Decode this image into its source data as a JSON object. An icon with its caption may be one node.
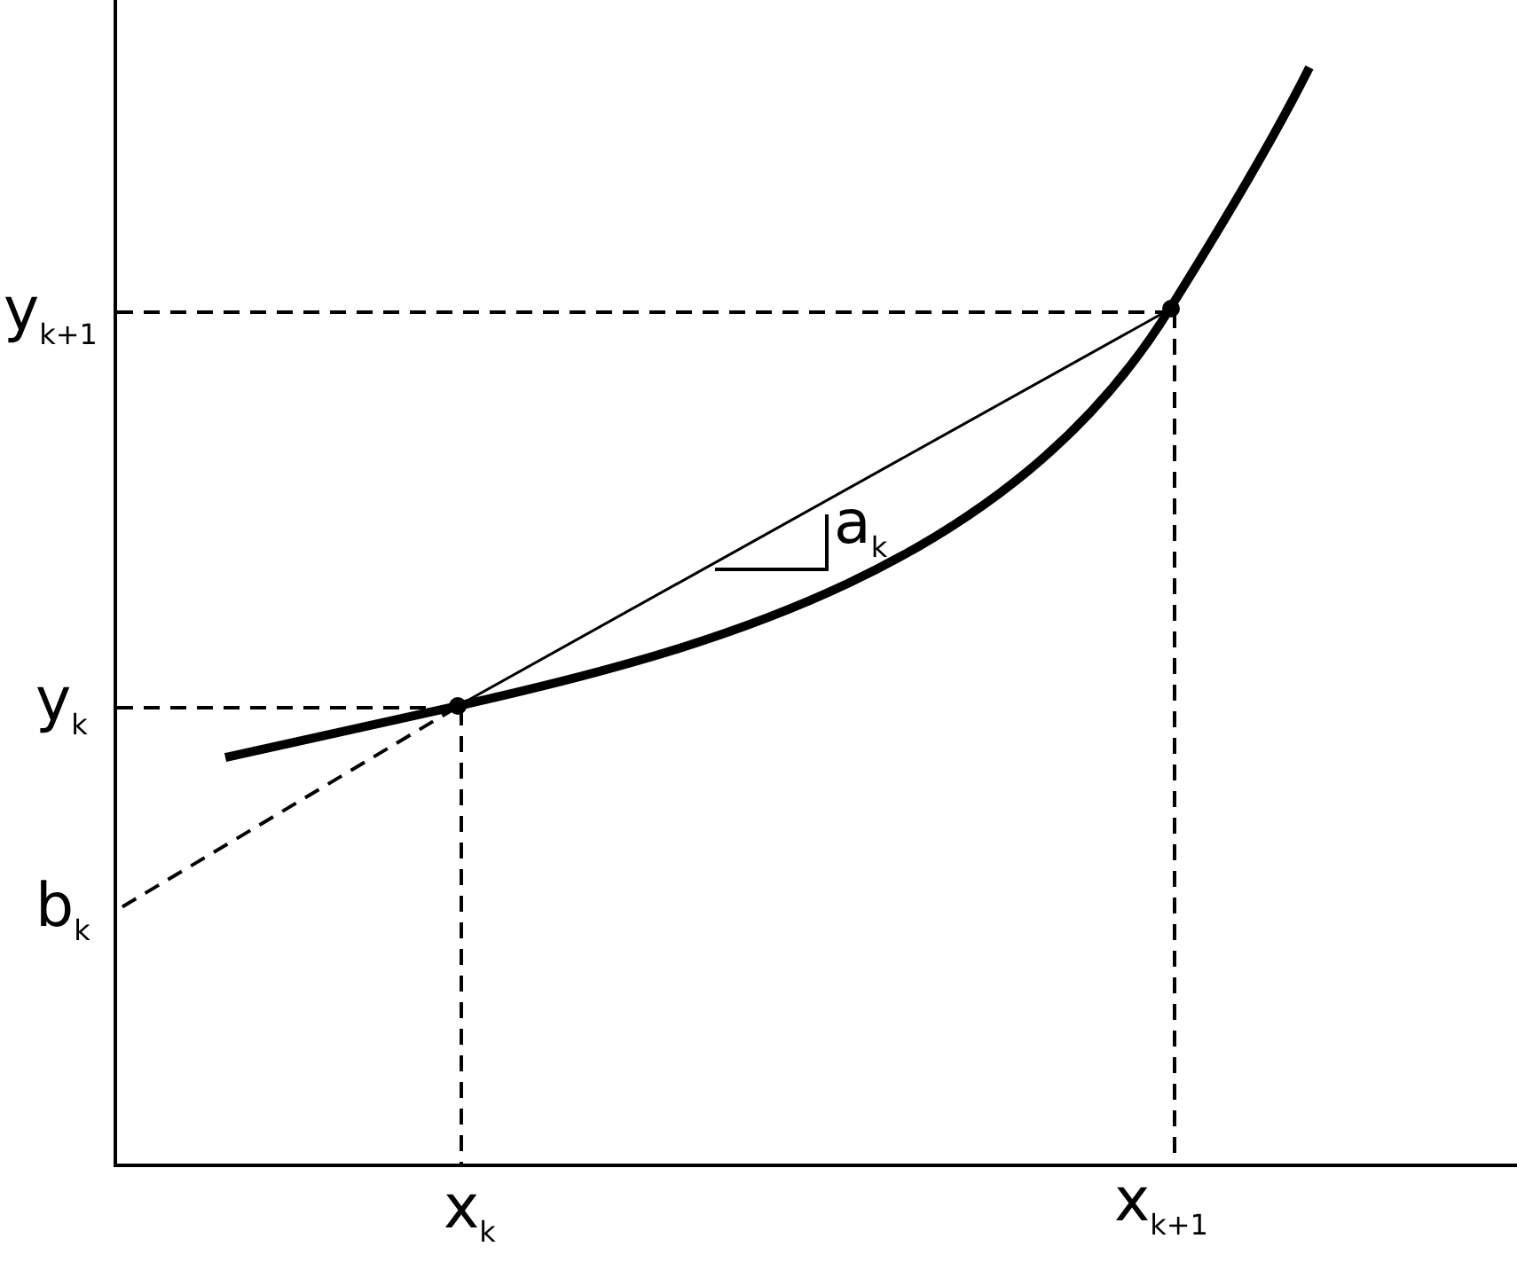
{
  "diagram": {
    "labels": [
      "y$_{k+1}$",
      "a$_{k}$",
      "y$_{k}$",
      "b$_{k}$",
      "x$_{k}$",
      "x$_{k+1}$"
    ]
  }
}
